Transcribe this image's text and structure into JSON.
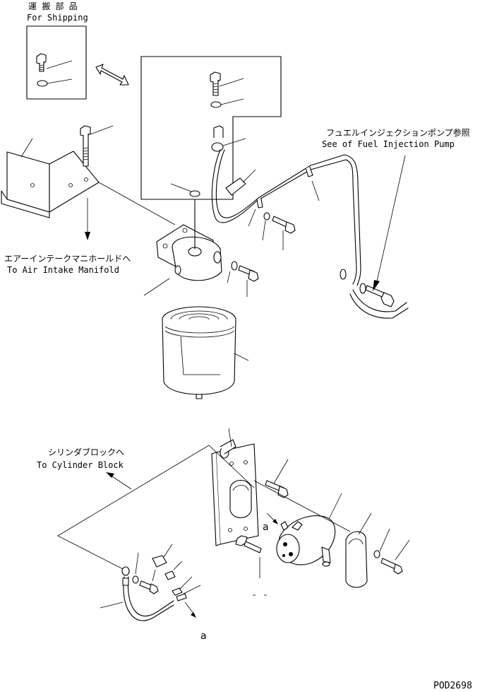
{
  "labels": {
    "shipping_jp": "運 搬 部 品",
    "shipping_en": "For Shipping",
    "fuel_pump_jp": "フュエルインジェクションポンプ参照",
    "fuel_pump_en": "See of Fuel Injection Pump",
    "air_intake_jp": "エアーインテークマニホールドへ",
    "air_intake_en": "To Air Intake Manifold",
    "cylinder_jp": "シリンダブロックへ",
    "cylinder_en": "To Cylinder Block",
    "ref_a_upper": "a",
    "ref_a_lower": "a",
    "drawing_number": "POD2698"
  }
}
